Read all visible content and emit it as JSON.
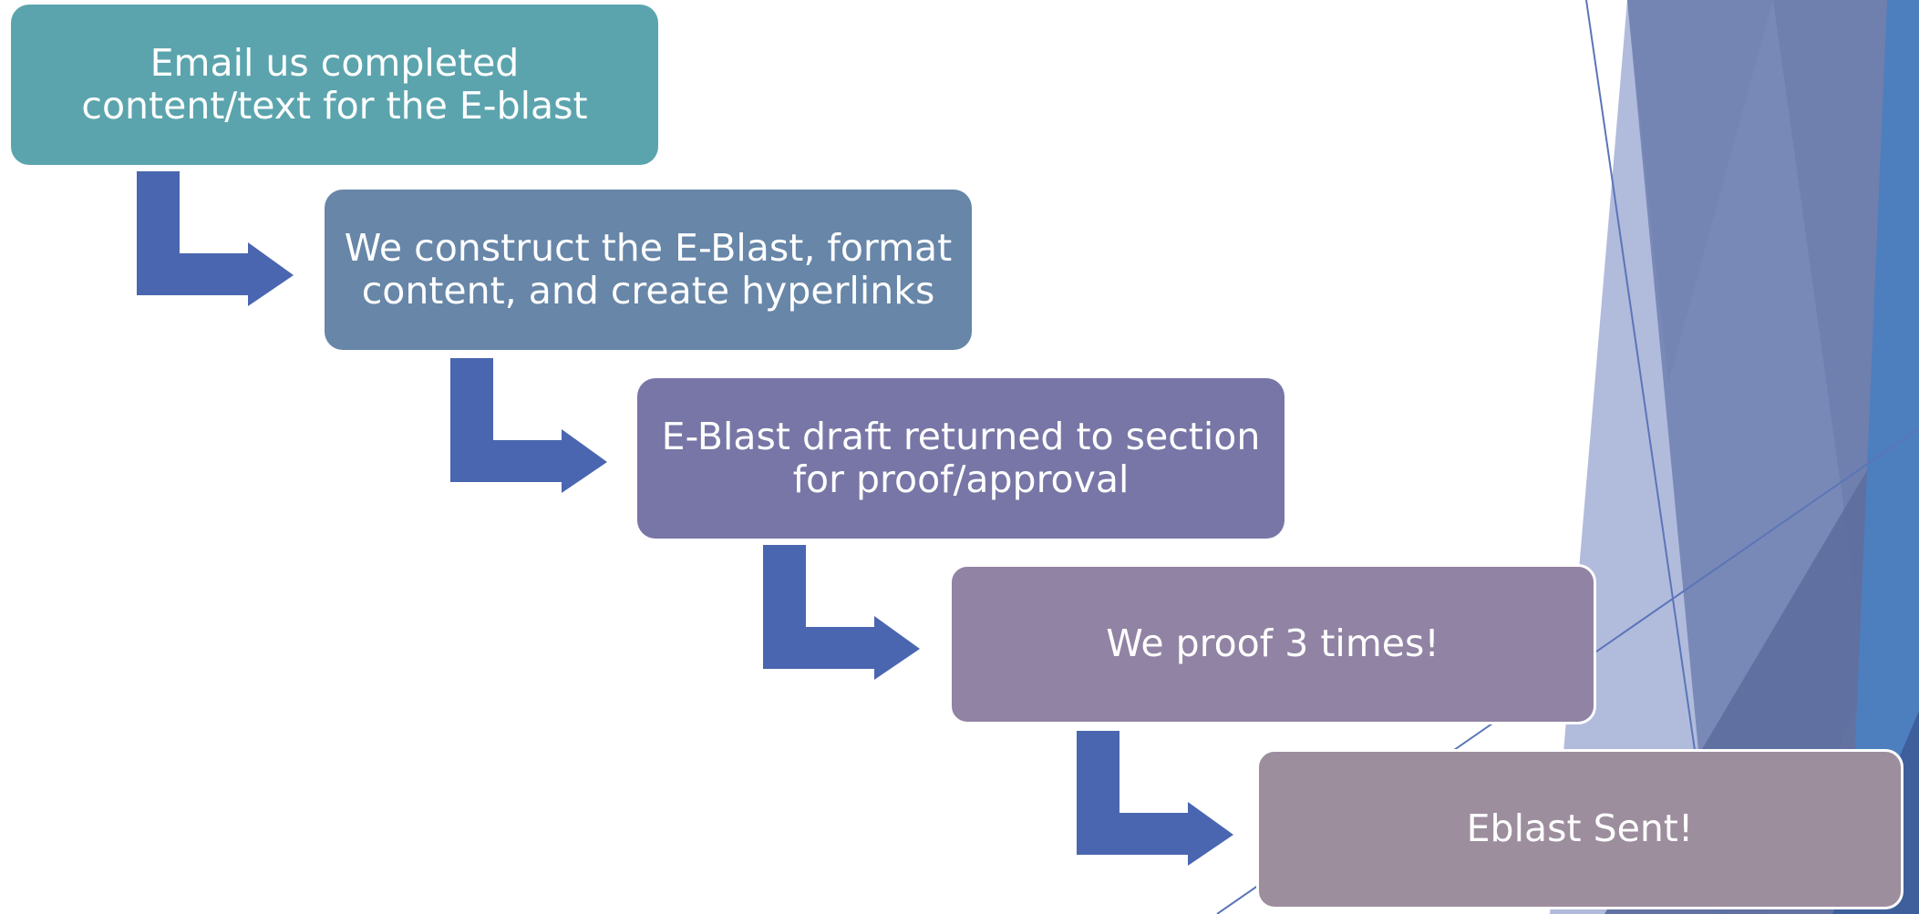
{
  "colors": {
    "arrow": "#4a66b0",
    "background": "#ffffff"
  },
  "steps": [
    {
      "text": "Email us completed\ncontent/text for the E-blast",
      "color": "#5ba4ae"
    },
    {
      "text": "We construct the E-Blast, format\ncontent, and create hyperlinks",
      "color": "#6786a8"
    },
    {
      "text": "E-Blast draft returned to section\nfor proof/approval",
      "color": "#7776a6"
    },
    {
      "text": "We proof 3 times!",
      "color": "#9183a3"
    },
    {
      "text": "Eblast Sent!",
      "color": "#9d8e9e"
    }
  ],
  "connector_icon": "bent-right-arrow-icon"
}
